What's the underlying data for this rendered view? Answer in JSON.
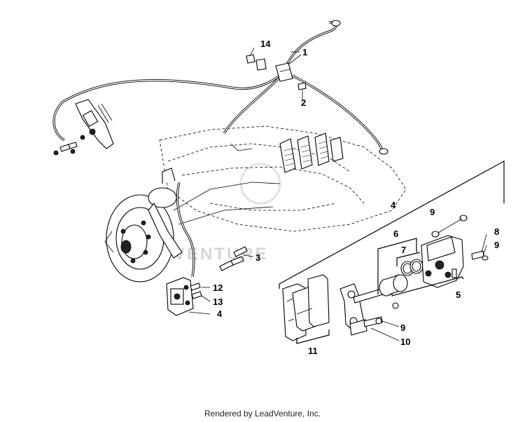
{
  "callouts": {
    "c1": "1",
    "c2": "2",
    "c3": "3",
    "c4a": "4",
    "c4b": "4",
    "c5": "5",
    "c6": "6",
    "c7": "7",
    "c8": "8",
    "c9a": "9",
    "c9b": "9",
    "c9c": "9",
    "c10": "10",
    "c11": "11",
    "c12": "12",
    "c13": "13",
    "c14": "14"
  },
  "watermark": "VENTURE",
  "footer": "Rendered by LeadVenture, Inc."
}
